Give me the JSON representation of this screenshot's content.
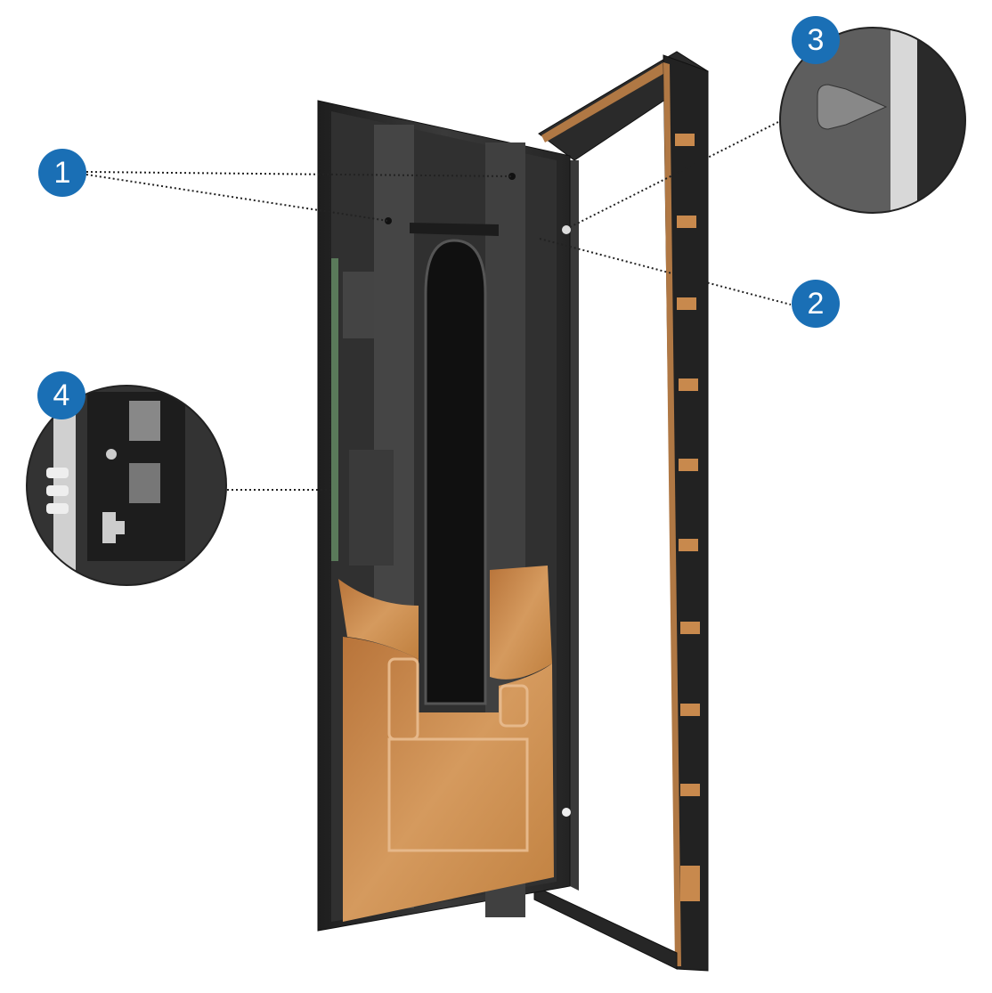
{
  "callouts": [
    {
      "number": "1"
    },
    {
      "number": "2"
    },
    {
      "number": "3"
    },
    {
      "number": "4"
    }
  ],
  "colors": {
    "badge": "#1a6fb5",
    "door_dark": "#2b2b2b",
    "copper": "#c8894d"
  }
}
